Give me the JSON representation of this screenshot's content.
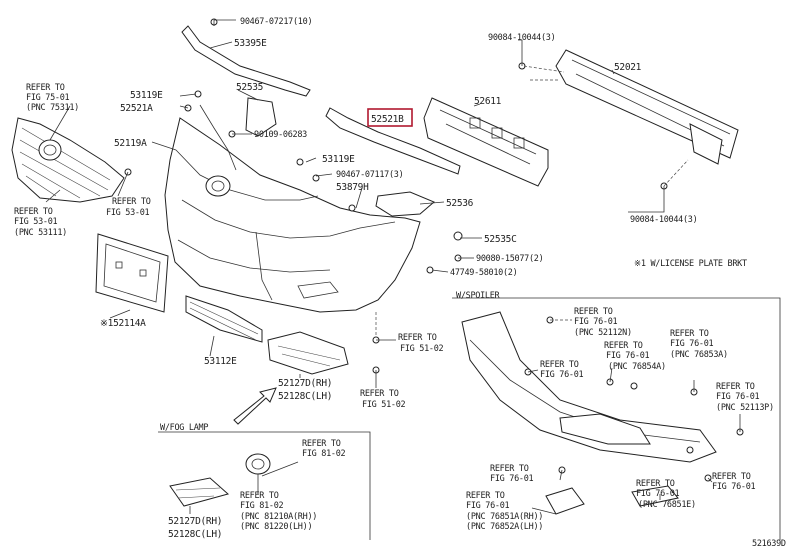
{
  "diagram": {
    "image_code": "521639D",
    "highlight_color": "#b0182f",
    "parts": {
      "p90467_07217_10": "90467-07217(10)",
      "p53395E": "53395E",
      "p53119E_a": "53119E",
      "p52521A": "52521A",
      "p52535": "52535",
      "p90109_06283": "90109-06283",
      "p52119A": "52119A",
      "p52521B": "52521B",
      "p53119E_b": "53119E",
      "p90467_07117_3": "90467-07117(3)",
      "p53879H": "53879H",
      "p52536": "52536",
      "p52535C": "52535C",
      "p90080_15077_2": "90080-15077(2)",
      "p47749_58010_2": "47749-58010(2)",
      "p90084_10044_3_top": "90084-10044(3)",
      "p52021": "52021",
      "p52611": "52611",
      "p90084_10044_3_bot": "90084-10044(3)",
      "p52114A": "※152114A",
      "p53112E": "53112E",
      "p52127D_RH": "52127D(RH)",
      "p52128C_LH": "52128C(LH)",
      "p52127D_RH_fog": "52127D(RH)",
      "p52128C_LH_fog": "52128C(LH)"
    },
    "notes": {
      "license_bracket": "※1 W/LICENSE PLATE BRKT",
      "spoiler_section": "W/SPOILER",
      "fog_section": "W/FOG LAMP"
    },
    "refs": {
      "r75": {
        "l1": "REFER TO",
        "l2": "FIG 75-01",
        "l3": "(PNC 75311)"
      },
      "r53a": {
        "l1": "REFER TO",
        "l2": "FIG 53-01"
      },
      "r53b": {
        "l1": "REFER TO",
        "l2": "FIG 53-01",
        "l3": "(PNC 53111)"
      },
      "r51a": {
        "l1": "REFER TO",
        "l2": "FIG 51-02"
      },
      "r51b": {
        "l1": "REFER TO",
        "l2": "FIG 51-02"
      },
      "r76_52112": {
        "l1": "REFER TO",
        "l2": "FIG 76-01",
        "l3": "(PNC 52112N)"
      },
      "r76_plain_a": {
        "l1": "REFER TO",
        "l2": "FIG 76-01"
      },
      "r76_76854": {
        "l1": "REFER TO",
        "l2": "FIG 76-01",
        "l3": "(PNC 76854A)"
      },
      "r76_76853": {
        "l1": "REFER TO",
        "l2": "FIG 76-01",
        "l3": "(PNC 76853A)"
      },
      "r76_52113": {
        "l1": "REFER TO",
        "l2": "FIG 76-01",
        "l3": "(PNC 52113P)"
      },
      "r76_plain_b": {
        "l1": "REFER TO",
        "l2": "FIG 76-01"
      },
      "r76_plain_c": {
        "l1": "REFER TO",
        "l2": "FIG 76-01"
      },
      "r76_76851A": {
        "l1": "REFER TO",
        "l2": "FIG 76-01",
        "l3": "(PNC 76851A(RH))",
        "l4": "(PNC 76852A(LH))"
      },
      "r76_76851E": {
        "l1": "REFER TO",
        "l2": "FIG 76-01",
        "l3": "(PNC 76851E)"
      },
      "r81_a": {
        "l1": "REFER TO",
        "l2": "FIG 81-02"
      },
      "r81_b": {
        "l1": "REFER TO",
        "l2": "FIG 81-02",
        "l3": "(PNC 81210A(RH))",
        "l4": "(PNC 81220(LH))"
      }
    }
  }
}
